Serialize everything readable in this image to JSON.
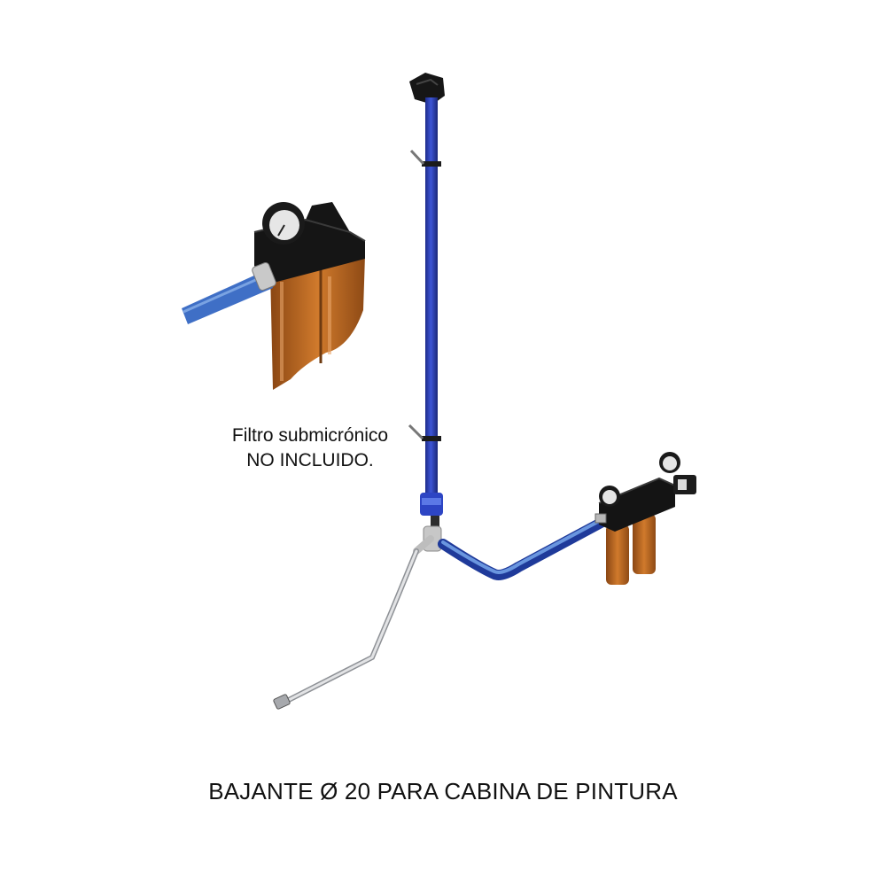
{
  "note": {
    "line1": "Filtro submicrónico",
    "line2": "NO INCLUIDO."
  },
  "title": "BAJANTE Ø 20 PARA CABINA DE PINTURA",
  "colors": {
    "pipe_blue": "#2a3fa6",
    "pipe_blue_light": "#4f7fd0",
    "filter_orange": "#b8651e",
    "body_black": "#141414",
    "hose_grey": "#b9bcc0"
  }
}
